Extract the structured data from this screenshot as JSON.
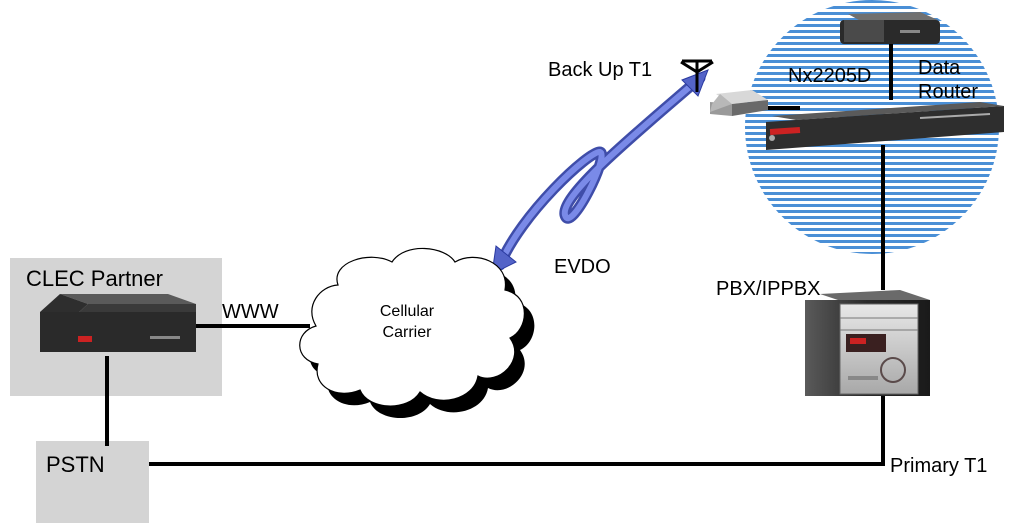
{
  "labels": {
    "backup": "Back Up T1",
    "nx": "Nx2205D",
    "data_router": "Data Router",
    "evdo": "EVDO",
    "clec": "CLEC Partner",
    "www": "WWW",
    "cellular": "Cellular\nCarrier",
    "pbx": "PBX/IPPBX",
    "pstn": "PSTN",
    "primary": "Primary T1"
  },
  "colors": {
    "clec_box": "#d4d4d4",
    "pstn_box": "#d4d4d4",
    "stripe": "#4a8fd6",
    "evdo_line": "#5464c8",
    "line": "#000000",
    "device_dark": "#3a3a3a",
    "device_red": "#cc2222"
  }
}
